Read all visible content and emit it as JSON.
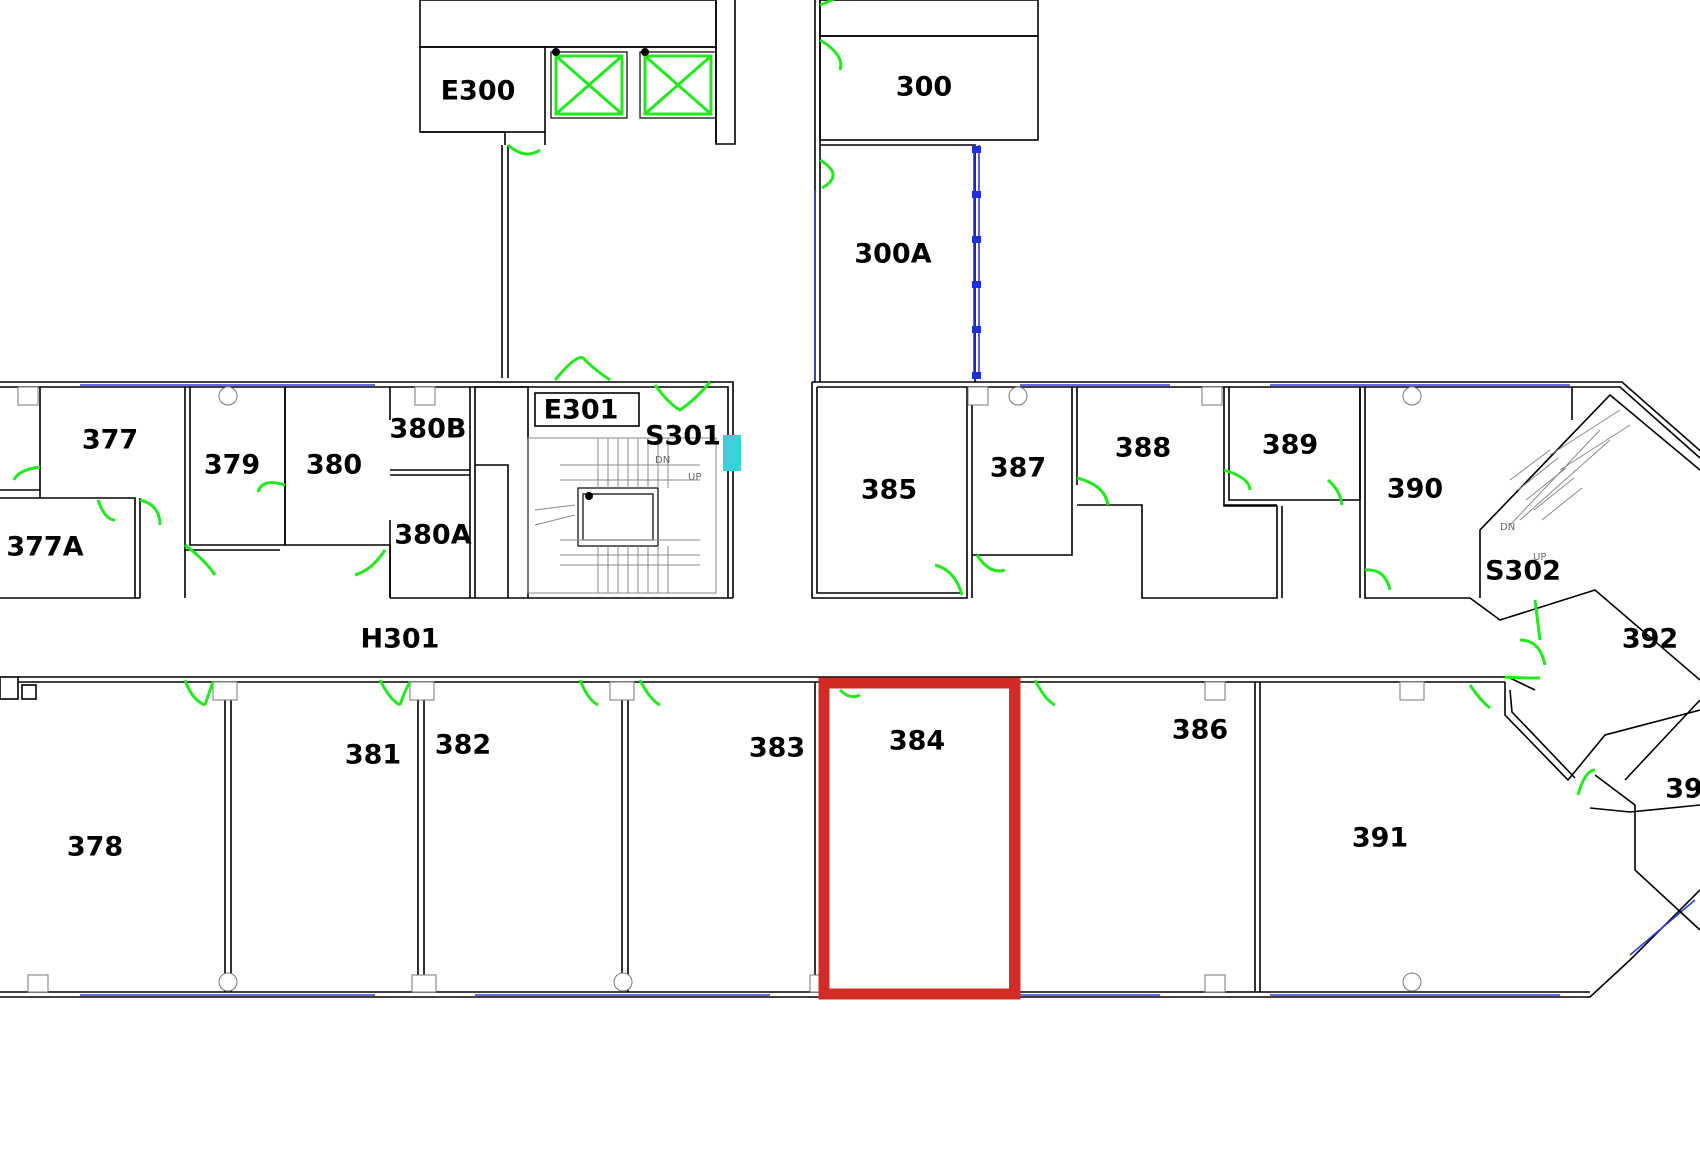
{
  "rooms": {
    "r300": "300",
    "r300A": "300A",
    "rE300": "E300",
    "rE301": "E301",
    "rS301": "S301",
    "rS302": "S302",
    "rH301": "H301",
    "r377": "377",
    "r377A": "377A",
    "r378": "378",
    "r379": "379",
    "r380": "380",
    "r380A": "380A",
    "r380B": "380B",
    "r381": "381",
    "r382": "382",
    "r383": "383",
    "r384": "384",
    "r385": "385",
    "r386": "386",
    "r387": "387",
    "r388": "388",
    "r389": "389",
    "r390": "390",
    "r391": "391",
    "r392": "392",
    "r39x": "39"
  },
  "stairs": {
    "dn": "DN",
    "up": "UP"
  },
  "highlight": {
    "room": "384",
    "color": "#d42c24"
  },
  "colors": {
    "walls": "#000000",
    "doors": "#22e81e",
    "windows": "#2b3bd6",
    "highlight": "#d42c24"
  }
}
